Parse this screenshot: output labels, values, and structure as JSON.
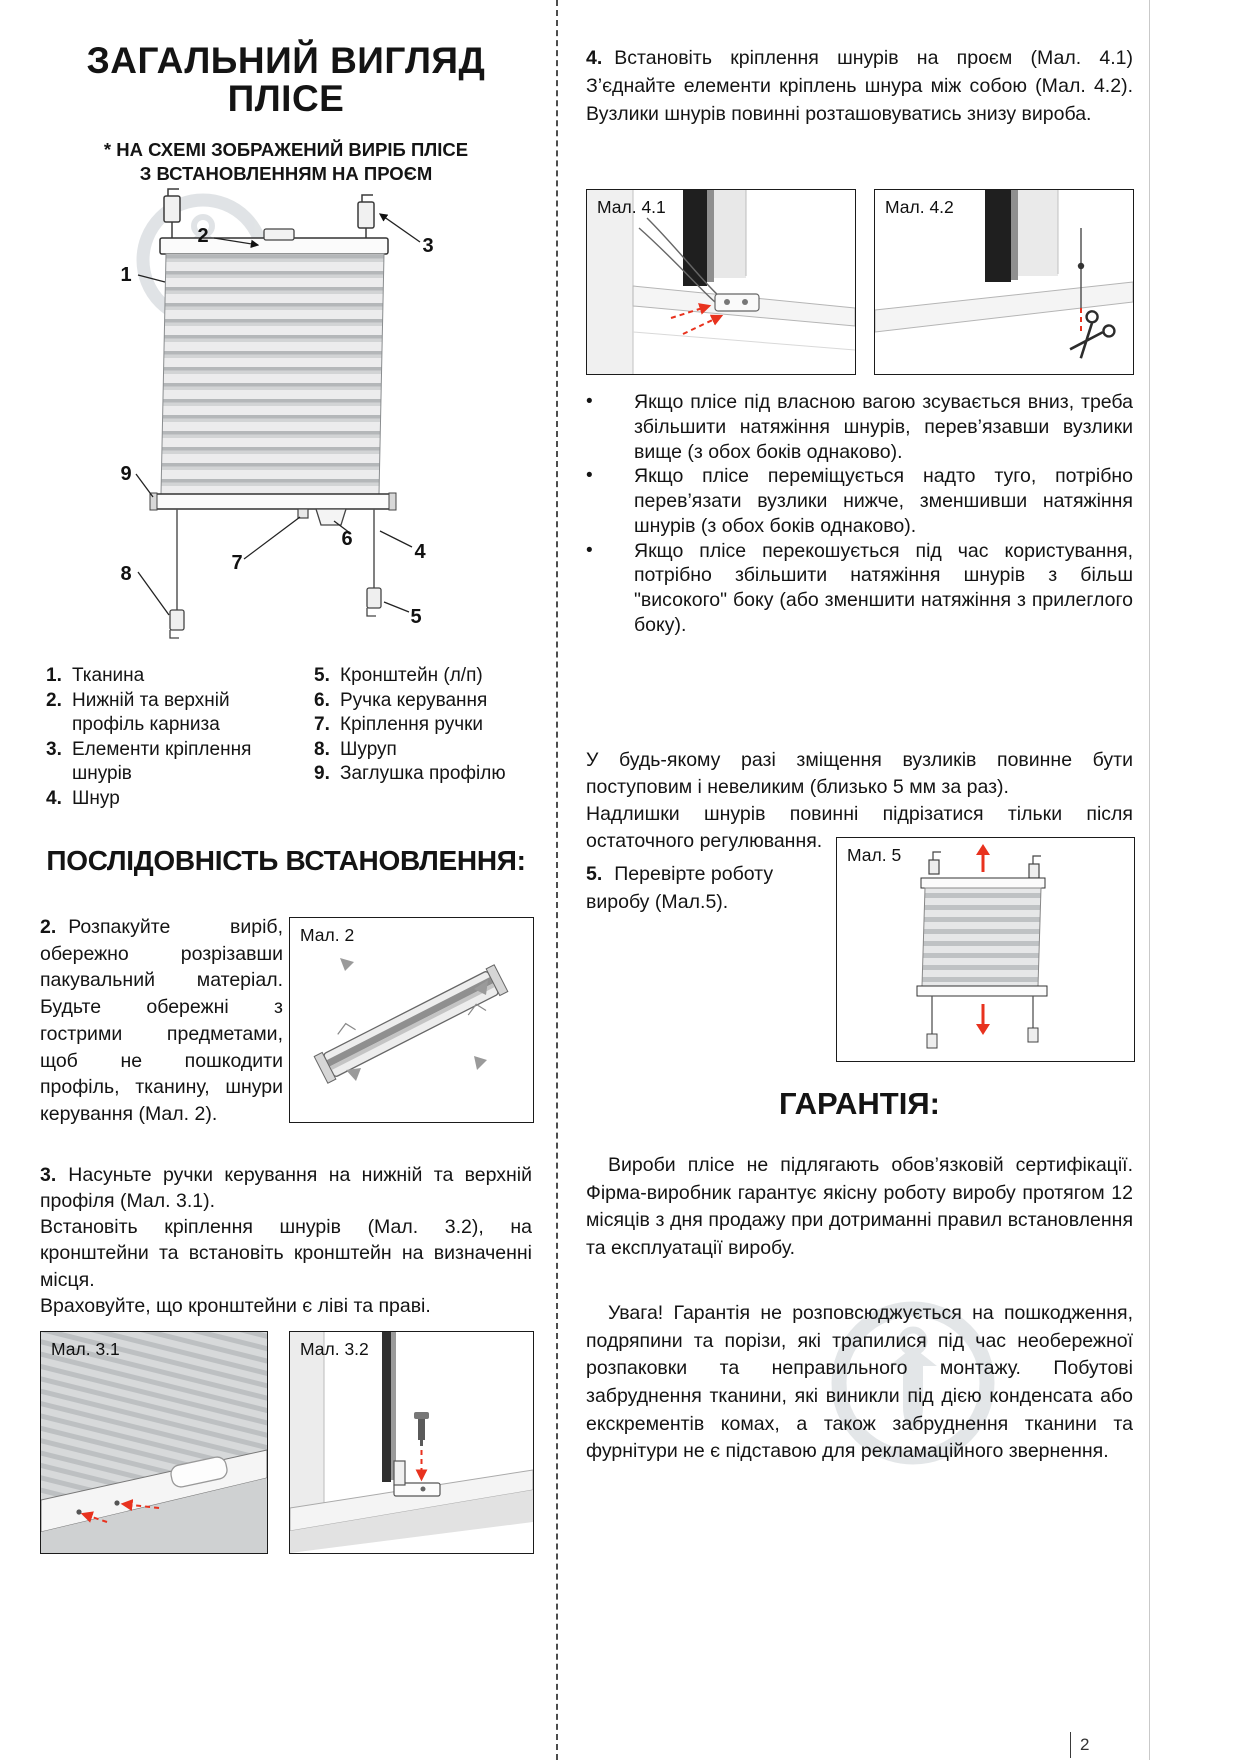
{
  "page": {
    "number": "2"
  },
  "colors": {
    "accent_red": "#E8321E",
    "text": "#141414",
    "watermark_gray": "#C3C9CE",
    "figure_border": "#1B1B1B"
  },
  "left": {
    "title_line1": "ЗАГАЛЬНИЙ ВИГЛЯД",
    "title_line2": "ПЛІСЕ",
    "subtitle_line1": "* НА СХЕМІ ЗОБРАЖЕНИЙ ВИРІБ ПЛІСЕ",
    "subtitle_line2": "З ВСТАНОВЛЕННЯМ НА ПРОЄМ",
    "callouts": [
      "1",
      "2",
      "3",
      "4",
      "5",
      "6",
      "7",
      "8",
      "9"
    ],
    "legend_left": [
      {
        "num": "1.",
        "text": "Тканина"
      },
      {
        "num": "2.",
        "text": "Нижній та верхній профіль карниза"
      },
      {
        "num": "3.",
        "text": "Елементи кріплення шнурів"
      },
      {
        "num": "4.",
        "text": "Шнур"
      }
    ],
    "legend_right": [
      {
        "num": "5.",
        "text": "Кронштейн (л/п)"
      },
      {
        "num": "6.",
        "text": "Ручка керування"
      },
      {
        "num": "7.",
        "text": "Кріплення ручки"
      },
      {
        "num": "8.",
        "text": "Шуруп"
      },
      {
        "num": "9.",
        "text": "Заглушка профілю"
      }
    ],
    "sequence_heading": "ПОСЛІДОВНІСТЬ ВСТАНОВЛЕННЯ:",
    "step2_num": "2.",
    "step2_text": "Розпакуйте виріб, обережно розрізавши пакувальний матеріал. Будьте обережні з гострими предметами, щоб не пошкодити профіль, тканину, шнури керування (Мал. 2).",
    "fig2_label": "Мал. 2",
    "step3_num": "3.",
    "step3_line1": "Насуньте ручки керування на нижній та верхній профіля (Мал. 3.1).",
    "step3_line2": "Встановіть кріплення шнурів (Мал. 3.2), на кронштейни та встановіть кронштейн на визначенні місця.",
    "step3_line3": "Враховуйте, що кронштейни є ліві та праві.",
    "fig31_label": "Мал. 3.1",
    "fig32_label": "Мал. 3.2"
  },
  "right": {
    "step4_num": "4.",
    "step4_text": "Встановіть кріплення шнурів на проєм (Мал. 4.1) З’єднайте елементи кріплень шнура між собою (Мал. 4.2). Вузлики шнурів повинні розташовуватись знизу вироба.",
    "fig41_label": "Мал. 4.1",
    "fig42_label": "Мал. 4.2",
    "bullet_char": "•",
    "bullets": [
      "Якщо плісе під власною вагою зсувається вниз, треба збільшити натяжіння шнурів, перев’язавши вузлики вище (з обох боків однаково).",
      "Якщо плісе переміщується надто туго, потрібно перев’язати вузлики нижче, зменшивши натяжіння шнурів (з обох боків однаково).",
      "Якщо плісе перекошується під час користування, потрібно збільшити натяжіння шнурів з більш \"високого\" боку (або зменшити натяжіння з прилеглого боку)."
    ],
    "note_line1": "У будь-якому разі зміщення вузликів повинне бути поступовим і невеликим (близько 5 мм за раз).",
    "note_line2": "Надлишки шнурів повинні підрізатися тільки після остаточного регулювання.",
    "step5_num": "5.",
    "step5_text": "Перевірте роботу виробу (Мал.5).",
    "fig5_label": "Мал. 5",
    "warranty_heading": "ГАРАНТІЯ:",
    "warranty_p1": "Вироби плісе не підлягають обов’язковій сертифікації. Фірма-виробник гарантує якісну роботу виробу протягом 12 місяців з дня продажу при дотриманні правил встановлення та експлуатації виробу.",
    "warranty_p2": "Увага! Гарантія не розповсюджується на пошкодження, подряпини та порізи, які трапилися під час необережної розпаковки та неправильного монтажу. Побутові забруднення тканини, які виникли під дією конденсата або екскрементів комах, а також забруднення тканини та фурнітури не є підставою для рекламаційного звернення."
  }
}
